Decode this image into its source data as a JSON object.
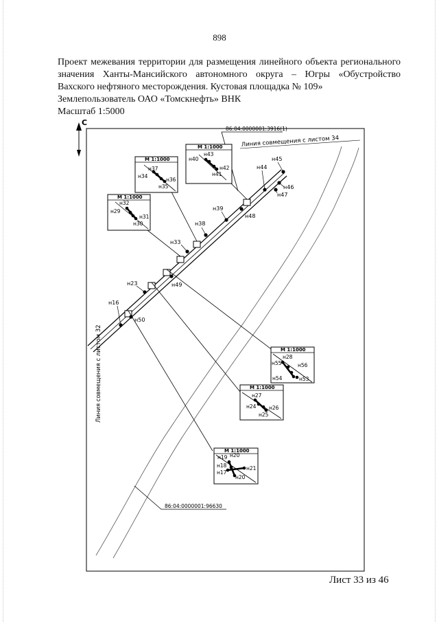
{
  "page": {
    "number": "898",
    "heading_lines": [
      "Проект межевания территории для размещения линейного объекта регионального",
      "значения Ханты-Мансийского автономного округа – Югры «Обустройство",
      "Вахского нефтяного месторождения. Кустовая площадка № 109»"
    ],
    "landowner": "Землепользователь ОАО «Томскнефть» ВНК",
    "scale": "Масштаб 1:5000",
    "sheet": "Лист 33 из 46"
  },
  "map": {
    "north_label": "С",
    "parcel_labels": [
      "86:04:0000001:3916(1)",
      "86:04:0000001:96630"
    ],
    "joint_lines": [
      "Линия совмещения с листом 34",
      "Линия совмещения с листом 32"
    ],
    "points_main": [
      "н16",
      "н23",
      "н33",
      "н38",
      "н39",
      "н44",
      "н45",
      "н46",
      "н47",
      "н48",
      "н49",
      "н50"
    ],
    "insets": [
      {
        "title": "М 1:1000",
        "points": [
          "н40",
          "н43",
          "н42",
          "н41"
        ]
      },
      {
        "title": "М 1:1000",
        "points": [
          "н37",
          "н34",
          "н36",
          "н35"
        ]
      },
      {
        "title": "М 1:1000",
        "points": [
          "н32",
          "н29",
          "н31",
          "н30"
        ]
      },
      {
        "title": "М 1:1000",
        "points": [
          "н28",
          "н55",
          "н56",
          "н54",
          "н53"
        ]
      },
      {
        "title": "М 1:1000",
        "points": [
          "н27",
          "н24",
          "н26",
          "н25"
        ]
      },
      {
        "title": "М 1:1000",
        "points": [
          "н19",
          "н20",
          "н18",
          "н17",
          "н21",
          "н20"
        ]
      }
    ]
  }
}
